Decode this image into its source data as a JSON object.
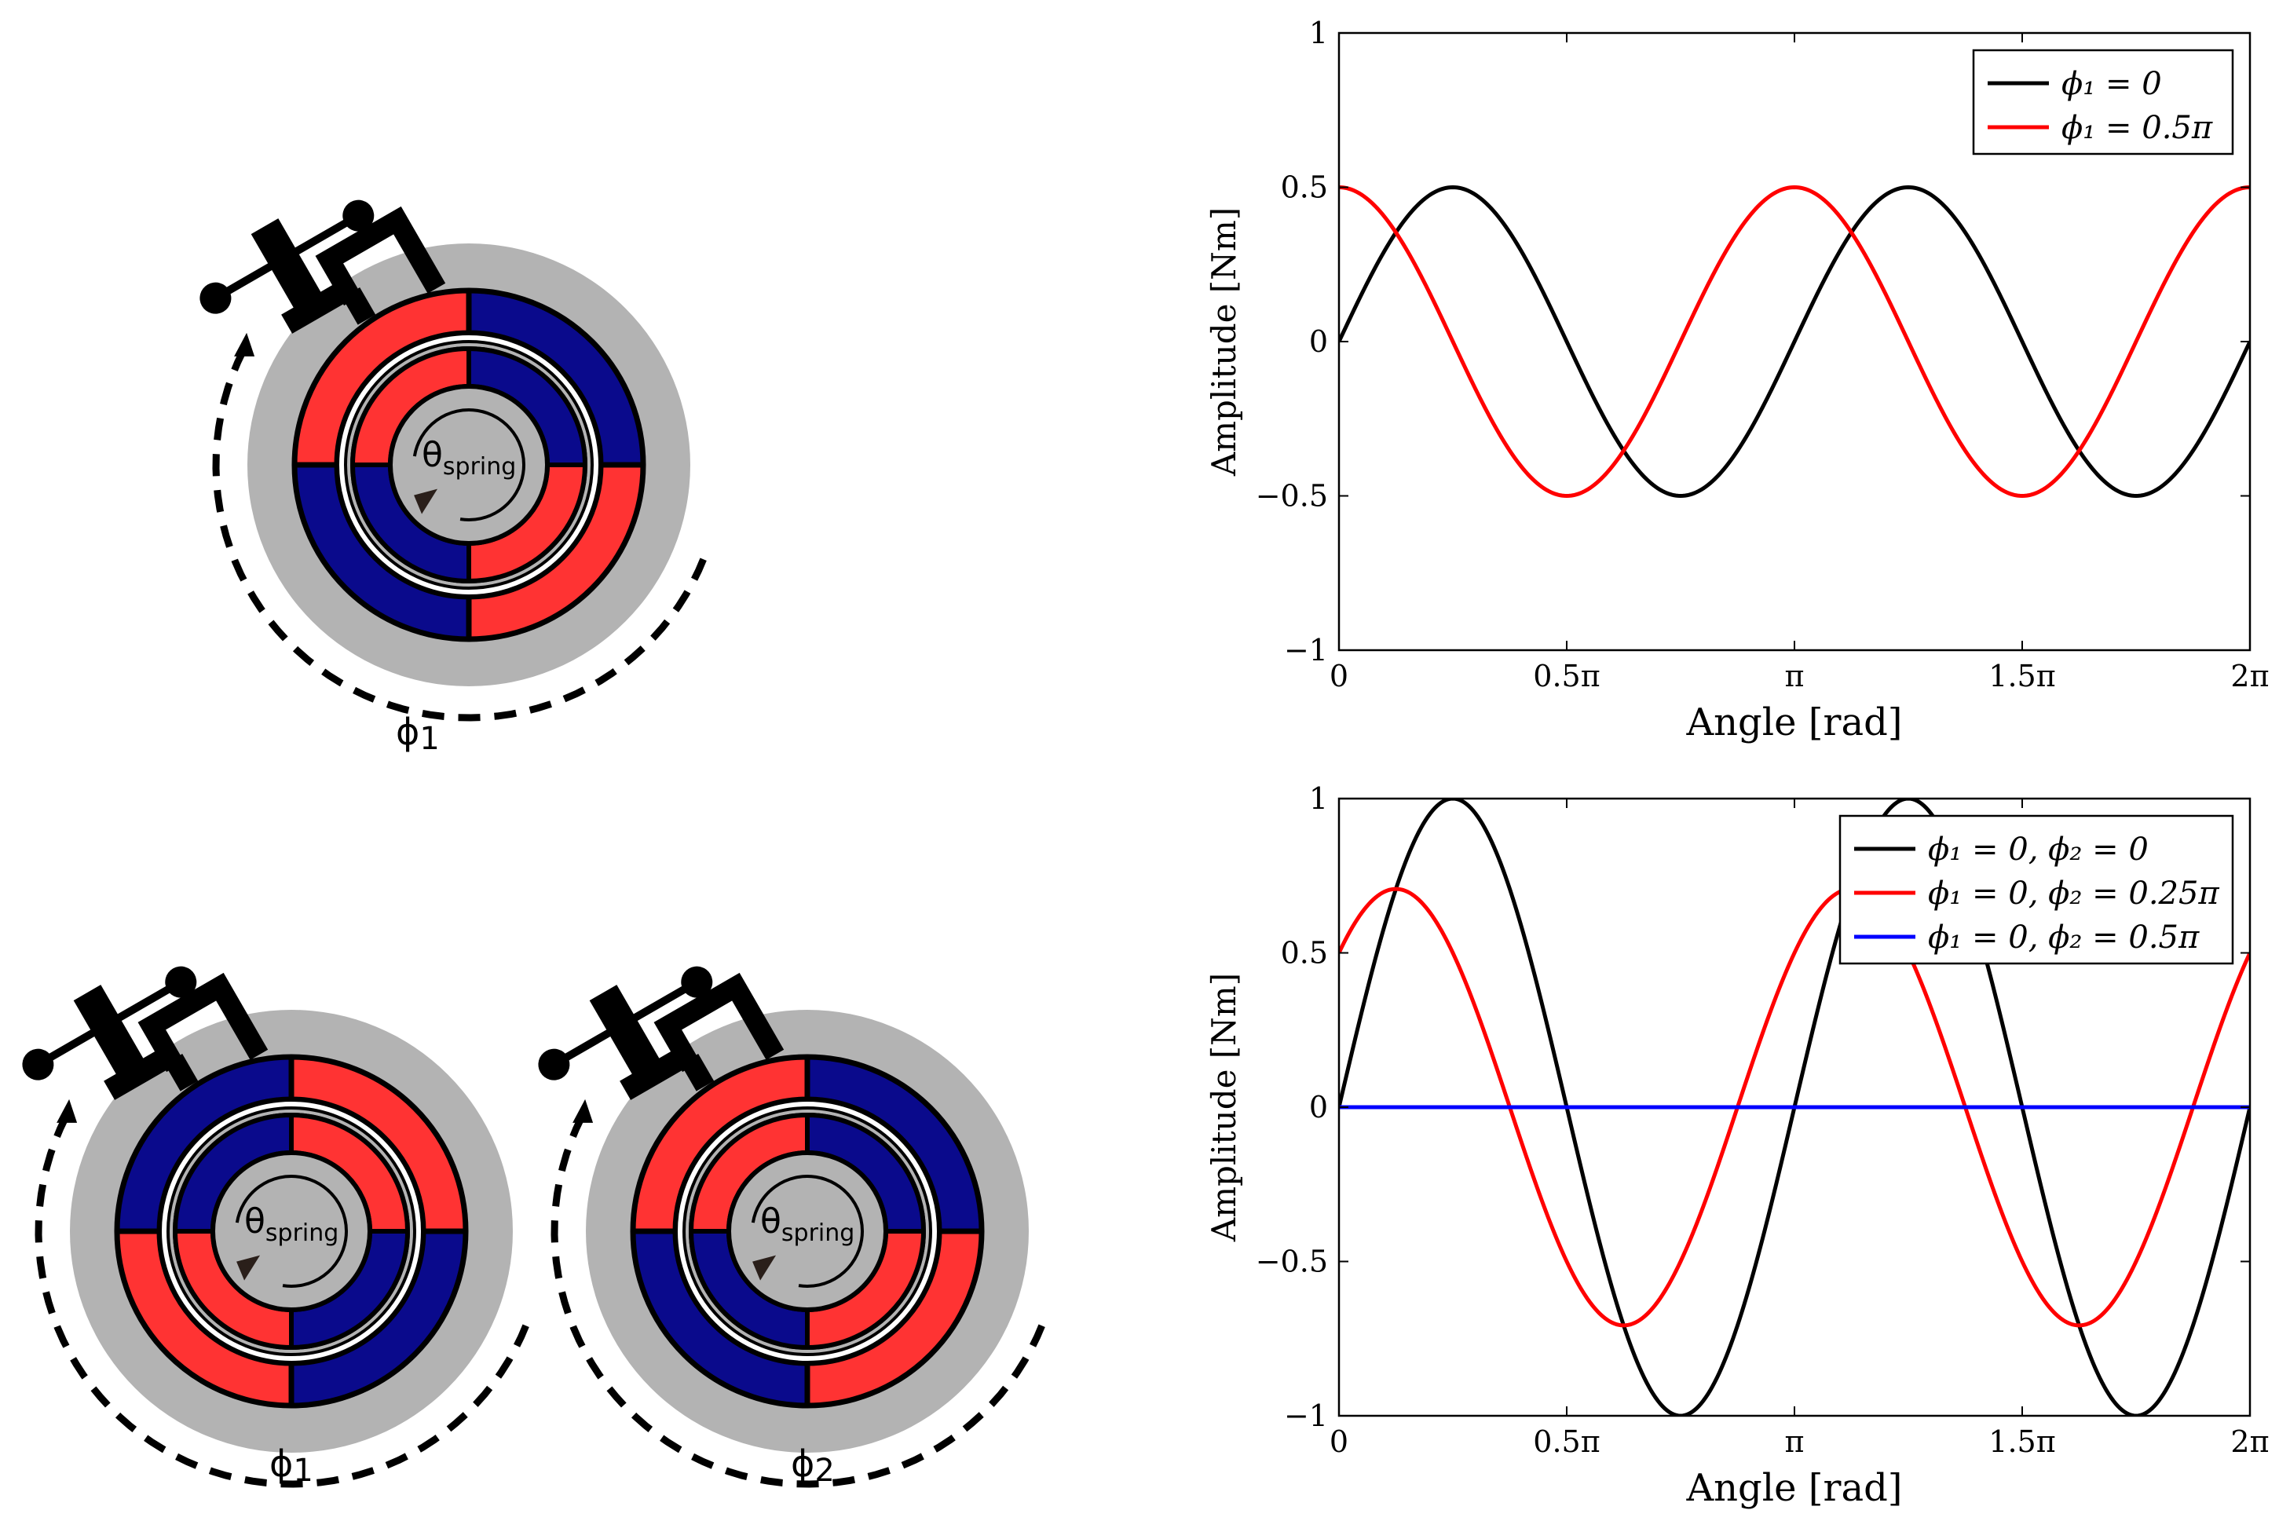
{
  "colors": {
    "magnet_red": "#ff3333",
    "magnet_blue": "#0a0a8c",
    "housing_gray": "#b3b3b3",
    "outline": "#000000",
    "curve_black": "#000000",
    "curve_red": "#ff0000",
    "curve_blue": "#0000ff"
  },
  "diagrams": [
    {
      "theta_label": "θ",
      "theta_sub": "spring",
      "phi_label": "ϕ",
      "phi_sub": "1"
    },
    {
      "theta_label": "θ",
      "theta_sub": "spring",
      "phi_label": "ϕ",
      "phi_sub": "1"
    },
    {
      "theta_label": "θ",
      "theta_sub": "spring",
      "phi_label": "ϕ",
      "phi_sub": "2"
    }
  ],
  "chart_data": [
    {
      "type": "line",
      "xlabel": "Angle [rad]",
      "ylabel": "Amplitude [Nm]",
      "xlim": [
        0,
        6.2832
      ],
      "ylim": [
        -1,
        1
      ],
      "xticks": [
        0,
        1.5708,
        3.1416,
        4.7124,
        6.2832
      ],
      "xtick_labels": [
        "0",
        "0.5π",
        "π",
        "1.5π",
        "2π"
      ],
      "yticks": [
        -1,
        -0.5,
        0,
        0.5,
        1
      ],
      "ytick_labels": [
        "−1",
        "−0.5",
        "0",
        "0.5",
        "1"
      ],
      "legend_position": "top-right",
      "series": [
        {
          "name": "ϕ₁ = 0",
          "color": "#000000",
          "amplitude": 0.5,
          "frequency": 2,
          "phase": 0
        },
        {
          "name": "ϕ₁ = 0.5π",
          "color": "#ff0000",
          "amplitude": 0.5,
          "frequency": 2,
          "phase": 1.5708
        }
      ]
    },
    {
      "type": "line",
      "xlabel": "Angle [rad]",
      "ylabel": "Amplitude [Nm]",
      "xlim": [
        0,
        6.2832
      ],
      "ylim": [
        -1,
        1
      ],
      "xticks": [
        0,
        1.5708,
        3.1416,
        4.7124,
        6.2832
      ],
      "xtick_labels": [
        "0",
        "0.5π",
        "π",
        "1.5π",
        "2π"
      ],
      "yticks": [
        -1,
        -0.5,
        0,
        0.5,
        1
      ],
      "ytick_labels": [
        "−1",
        "−0.5",
        "0",
        "0.5",
        "1"
      ],
      "legend_position": "top-right",
      "series": [
        {
          "name": "ϕ₁ = 0, ϕ₂ = 0",
          "color": "#000000",
          "amplitude": 1.0,
          "frequency": 2,
          "phase": 0
        },
        {
          "name": "ϕ₁ = 0, ϕ₂ = 0.25π",
          "color": "#ff0000",
          "amplitude": 0.7071,
          "frequency": 2,
          "phase": 0.7854
        },
        {
          "name": "ϕ₁ = 0, ϕ₂ = 0.5π",
          "color": "#0000ff",
          "amplitude": 0.0,
          "frequency": 2,
          "phase": 0
        }
      ]
    }
  ]
}
